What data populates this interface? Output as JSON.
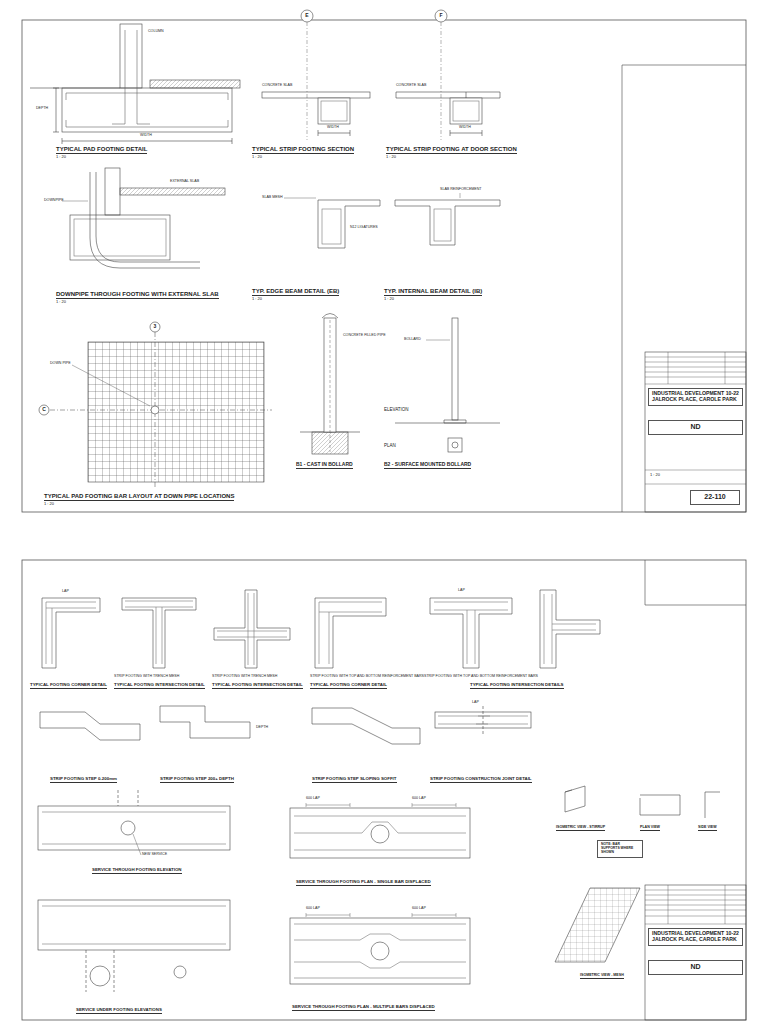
{
  "diagram": {
    "nodes": [
      {
        "text": [
          "INDUSTRIAL DEVELOPMENT 10-22 JALROCK PLACE, CAROLE PARK"
        ]
      },
      {
        "text": [
          "ND"
        ]
      },
      {
        "text": [
          "22-110"
        ]
      },
      {
        "text": [
          "INDUSTRIAL DEVELOPMENT 10-22 JALROCK PLACE, CAROLE PARK"
        ]
      },
      {
        "text": [
          "ND"
        ]
      },
      {
        "text": [
          "NOTE: BAR SUPPORTS WHERE SHOWN"
        ]
      }
    ],
    "labels": [
      "TYPICAL PAD FOOTING DETAIL",
      "1 : 20",
      "TYPICAL STRIP FOOTING SECTION",
      "1 : 20",
      "TYPICAL STRIP FOOTING AT DOOR SECTION",
      "1 : 20",
      "DOWNPIPE THROUGH FOOTING WITH EXTERNAL SLAB",
      "1 : 20",
      "TYP. EDGE BEAM DETAIL (EB)",
      "1 : 20",
      "TYP. INTERNAL BEAM DETAIL (IB)",
      "1 : 20",
      "TYPICAL PAD FOOTING BAR LAYOUT AT DOWN PIPE LOCATIONS",
      "1 : 20",
      "B1 - CAST IN BOLLARD",
      "B2 - SURFACE MOUNTED BOLLARD",
      "ELEVATION",
      "PLAN",
      "E",
      "F",
      "3",
      "C",
      "WIDTH",
      "DEPTH",
      "COLUMN",
      "CONCRETE SLAB",
      "WIDTH",
      "CONCRETE SLAB",
      "WIDTH",
      "EXTERNAL SLAB",
      "DOWNPIPE",
      "DOWN PIPE",
      "SLAB MESH",
      "N12 LIGATURES",
      "SLAB REINFORCEMENT",
      "CONCRETE FILLED PIPE",
      "BOLLARD",
      "1 : 20",
      "TYPICAL FOOTING CORNER DETAIL",
      "STRIP FOOTING WITH TRENCH MESH",
      "TYPICAL FOOTING INTERSECTION DETAIL",
      "STRIP FOOTING WITH TRENCH MESH",
      "TYPICAL FOOTING INTERSECTION DETAIL",
      "STRIP FOOTING WITH TOP AND BOTTOM REINFORCEMENT BARS",
      "TYPICAL FOOTING CORNER DETAIL",
      "STRIP FOOTING WITH TOP AND BOTTOM REINFORCEMENT BARS",
      "TYPICAL FOOTING INTERSECTION DETAILS",
      "LAP",
      "LAP",
      "STRIP FOOTING STEP 0-200mm",
      "STRIP FOOTING STEP 200+ DEPTH",
      "STRIP FOOTING STEP SLOPING SOFFIT",
      "STRIP FOOTING CONSTRUCTION JOINT DETAIL",
      "DEPTH",
      "LAP",
      "SERVICE THROUGH FOOTING ELEVATION",
      "SERVICE THROUGH FOOTING PLAN - SINGLE BAR DISPLACED",
      "600 LAP",
      "600 LAP",
      "ISOMETRIC VIEW - STIRRUP",
      "PLAN VIEW",
      "SIDE VIEW",
      "SERVICE UNDER FOOTING ELEVATIONS",
      "SERVICE THROUGH FOOTING PLAN - MULTIPLE BARS DISPLACED",
      "600 LAP",
      "600 LAP",
      "ISOMETRIC VIEW - MESH",
      "NEW SERVICE"
    ]
  }
}
